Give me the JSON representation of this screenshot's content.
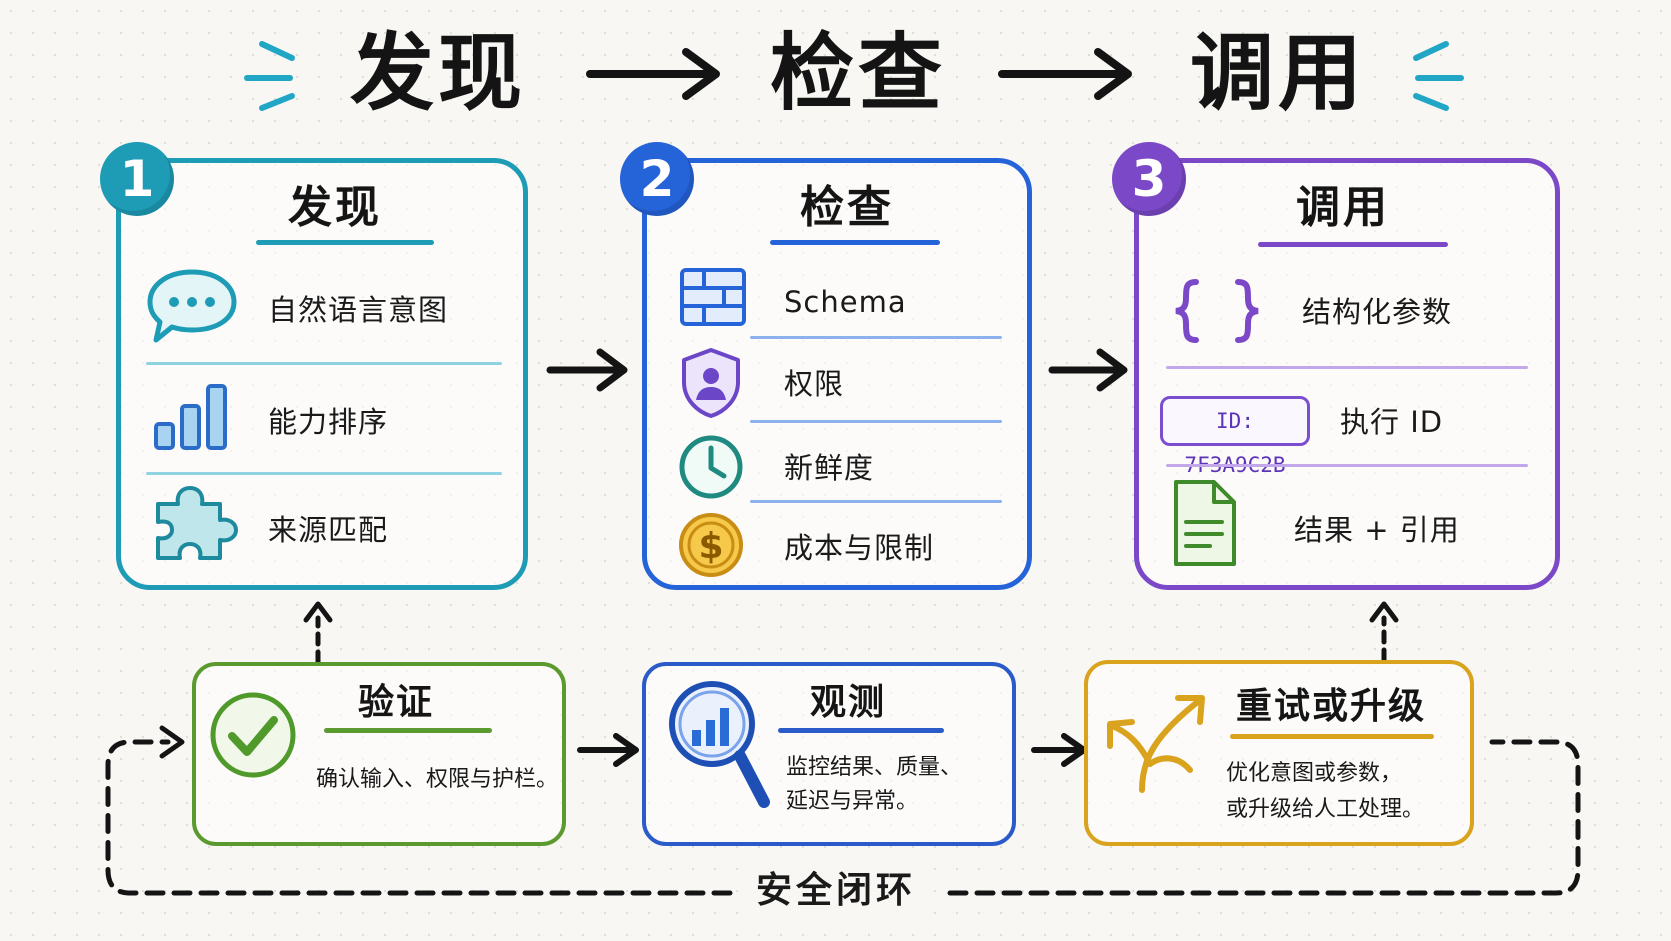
{
  "header": {
    "step1": "发现",
    "step2": "检查",
    "step3": "调用"
  },
  "colors": {
    "discover": "#1e9bb5",
    "inspect": "#2563d9",
    "invoke": "#7b48c8",
    "verify": "#5a9a2e",
    "observe": "#2a5bc9",
    "retry": "#d9a31e"
  },
  "cards": [
    {
      "badge": "1",
      "title": "发现",
      "items": [
        {
          "icon": "chat-bubble-icon",
          "label": "自然语言意图"
        },
        {
          "icon": "bar-chart-icon",
          "label": "能力排序"
        },
        {
          "icon": "puzzle-piece-icon",
          "label": "来源匹配"
        }
      ]
    },
    {
      "badge": "2",
      "title": "检查",
      "items": [
        {
          "icon": "table-grid-icon",
          "label": "Schema"
        },
        {
          "icon": "shield-user-icon",
          "label": "权限"
        },
        {
          "icon": "clock-icon",
          "label": "新鲜度"
        },
        {
          "icon": "dollar-coin-icon",
          "label": "成本与限制"
        }
      ]
    },
    {
      "badge": "3",
      "title": "调用",
      "items": [
        {
          "icon": "curly-braces-icon",
          "label": "结构化参数"
        },
        {
          "icon": "id-tag-icon",
          "tag": "ID: 7F3A9C2B",
          "label": "执行 ID"
        },
        {
          "icon": "document-icon",
          "label": "结果 + 引用"
        }
      ]
    }
  ],
  "bottom": [
    {
      "icon": "checkmark-circle-icon",
      "title": "验证",
      "desc": [
        "确认输入、权限与护栏。"
      ]
    },
    {
      "icon": "magnifier-chart-icon",
      "title": "观测",
      "desc": [
        "监控结果、质量、",
        "延迟与异常。"
      ]
    },
    {
      "icon": "branch-arrows-icon",
      "title": "重试或升级",
      "desc": [
        "优化意图或参数，",
        "或升级给人工处理。"
      ]
    }
  ],
  "loop_label": "安全闭环"
}
